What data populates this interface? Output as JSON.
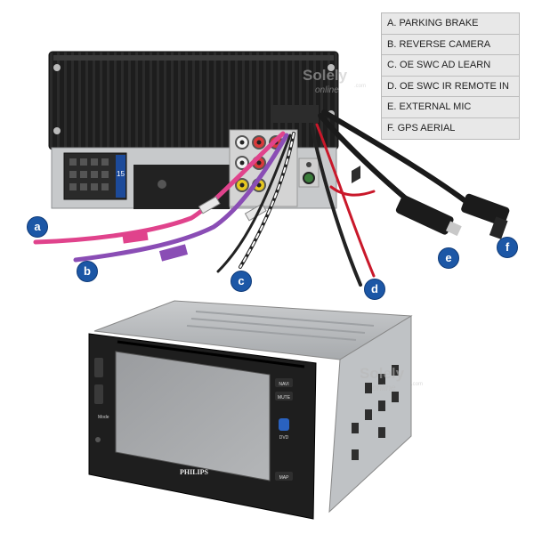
{
  "legend": {
    "items": [
      {
        "label": "A. PARKING BRAKE"
      },
      {
        "label": "B. REVERSE CAMERA"
      },
      {
        "label": "C. OE SWC AD LEARN"
      },
      {
        "label": "D. OE SWC IR REMOTE IN"
      },
      {
        "label": "E. EXTERNAL MIC"
      },
      {
        "label": "F. GPS AERIAL"
      }
    ]
  },
  "markers": [
    {
      "letter": "a"
    },
    {
      "letter": "b"
    },
    {
      "letter": "c"
    },
    {
      "letter": "d"
    },
    {
      "letter": "e"
    },
    {
      "letter": "f"
    }
  ],
  "watermark": {
    "line1": "Solely",
    "line2": "online",
    "suffix": ".com"
  },
  "connector_label": "15",
  "device": {
    "brand": "PHILIPS",
    "buttons": [
      "NAVI",
      "MUTE"
    ],
    "badge": "DVD",
    "map_label": "MAP",
    "left_label": "Mode"
  },
  "colors": {
    "marker": "#1c57a6",
    "wire_pink": "#e0438c",
    "wire_purple": "#8a4db5",
    "wire_red": "#c9182a"
  }
}
